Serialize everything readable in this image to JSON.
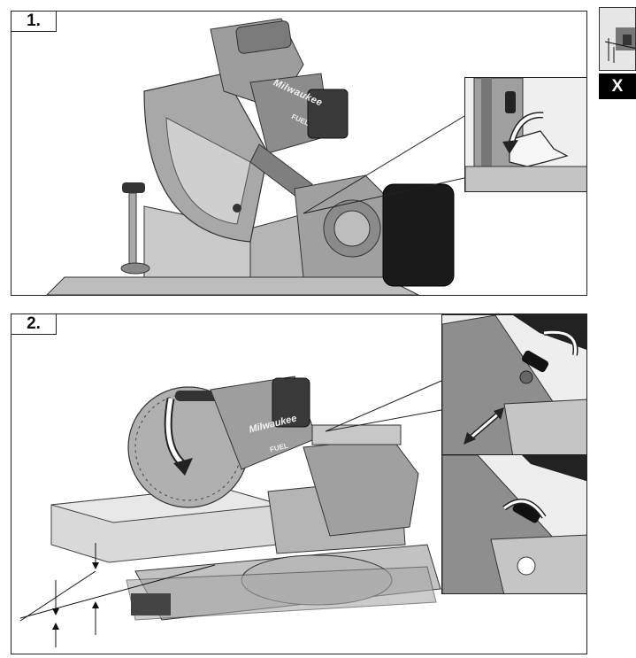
{
  "steps": [
    {
      "label": "1.",
      "brand_text": "Milwaukee",
      "badge_text": "FUEL"
    },
    {
      "label": "2.",
      "brand_text": "Milwaukee",
      "badge_text": "FUEL"
    }
  ],
  "side_tab": {
    "label": "X"
  },
  "colors": {
    "outline": "#222222",
    "metal_light": "#d6d6d6",
    "metal_mid": "#9a9a9a",
    "metal_dark": "#4a4a4a",
    "battery": "#1a1a1a",
    "red_accent": "#b03030"
  }
}
